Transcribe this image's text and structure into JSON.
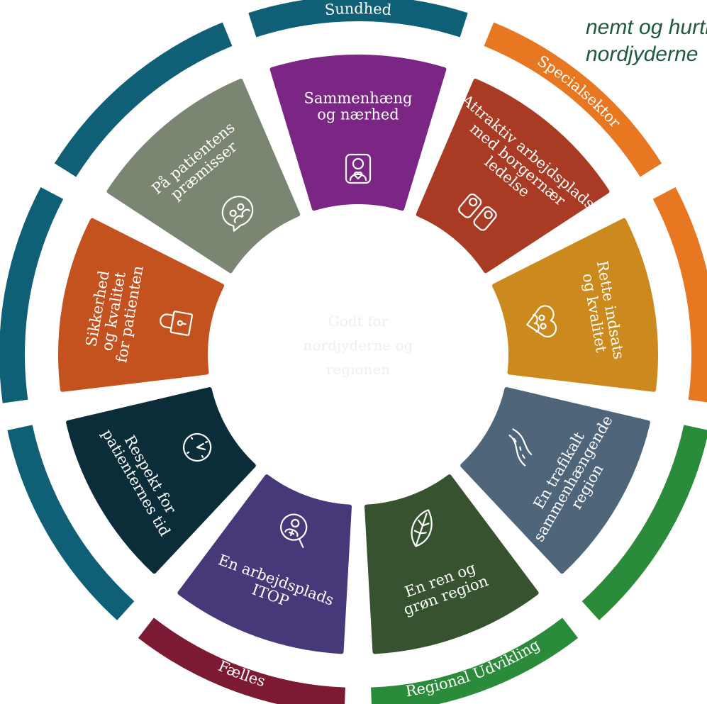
{
  "colors": {
    "sundhed": "#0f6077",
    "specialsektor": "#e87722",
    "regional": "#2a8c3a",
    "faelles": "#7d1a33",
    "center_text": "#efefef",
    "tagline": "#1f5a3c"
  },
  "tagline": {
    "line1": "nemt og hurtigt for",
    "line2": "nordjyderne"
  },
  "center": {
    "lines": [
      "Godt for",
      "nordjyderne og",
      "regionen"
    ]
  },
  "ring": [
    {
      "label": "Sundhed",
      "color": "#0f6077",
      "icon": ""
    },
    {
      "label": "Specialsektor",
      "color": "#e87722",
      "icon": ""
    },
    {
      "label": "",
      "color": "#e87722",
      "icon": ""
    },
    {
      "label": "",
      "color": "#2a8c3a",
      "icon": ""
    },
    {
      "label": "Regional Udvikling",
      "color": "#2a8c3a",
      "icon": ""
    },
    {
      "label": "Fælles",
      "color": "#7d1a33",
      "icon": ""
    },
    {
      "label": "",
      "color": "#0f6077",
      "icon": ""
    },
    {
      "label": "",
      "color": "#0f6077",
      "icon": ""
    },
    {
      "label": "",
      "color": "#0f6077",
      "icon": ""
    }
  ],
  "segments": [
    {
      "lines": [
        "Sammenhæng",
        "og nærhed"
      ],
      "color": "#7b2584",
      "icon": "person-heart-icon"
    },
    {
      "lines": [
        "Attraktiv arbejdsplads",
        "med borgernær",
        "ledelse"
      ],
      "color": "#a93a24",
      "icon": "two-people-icon"
    },
    {
      "lines": [
        "Rette indsats",
        "og kvalitet"
      ],
      "color": "#cc8a1e",
      "icon": "heart-people-icon"
    },
    {
      "lines": [
        "En trafikalt",
        "sammenhængende",
        "region"
      ],
      "color": "#4f657a",
      "icon": "road-icon"
    },
    {
      "lines": [
        "En ren og",
        "grøn region"
      ],
      "color": "#36522f",
      "icon": "leaf-icon"
    },
    {
      "lines": [
        "En arbejdsplads",
        "ITOP"
      ],
      "color": "#47387a",
      "icon": "person-search-icon"
    },
    {
      "lines": [
        "Respekt for",
        "patienternes tid"
      ],
      "color": "#0b2d3a",
      "icon": "clock-icon"
    },
    {
      "lines": [
        "Sikkerhed",
        "og kvalitet",
        "for patienten"
      ],
      "color": "#c4521f",
      "icon": "lock-icon"
    },
    {
      "lines": [
        "På patientens",
        "præmisser"
      ],
      "color": "#7b8672",
      "icon": "speech-people-icon"
    }
  ]
}
